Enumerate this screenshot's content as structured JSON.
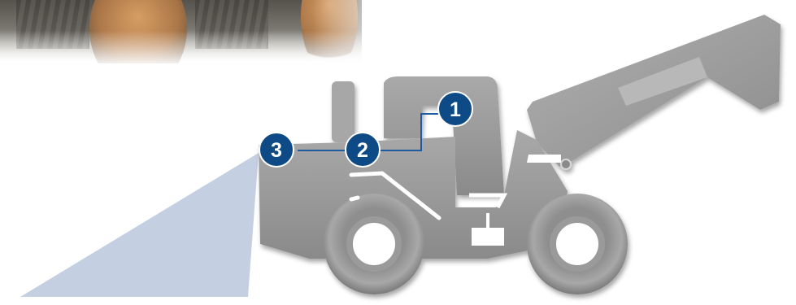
{
  "photo": {
    "name": "machine-wheels-photo"
  },
  "machine": {
    "name": "wheel-loader-silhouette"
  },
  "light_beam": {
    "color": "#c4d0e2"
  },
  "callouts": [
    {
      "label": "1",
      "color": "#0d4a86"
    },
    {
      "label": "2",
      "color": "#0d4a86"
    },
    {
      "label": "3",
      "color": "#0d4a86"
    }
  ]
}
